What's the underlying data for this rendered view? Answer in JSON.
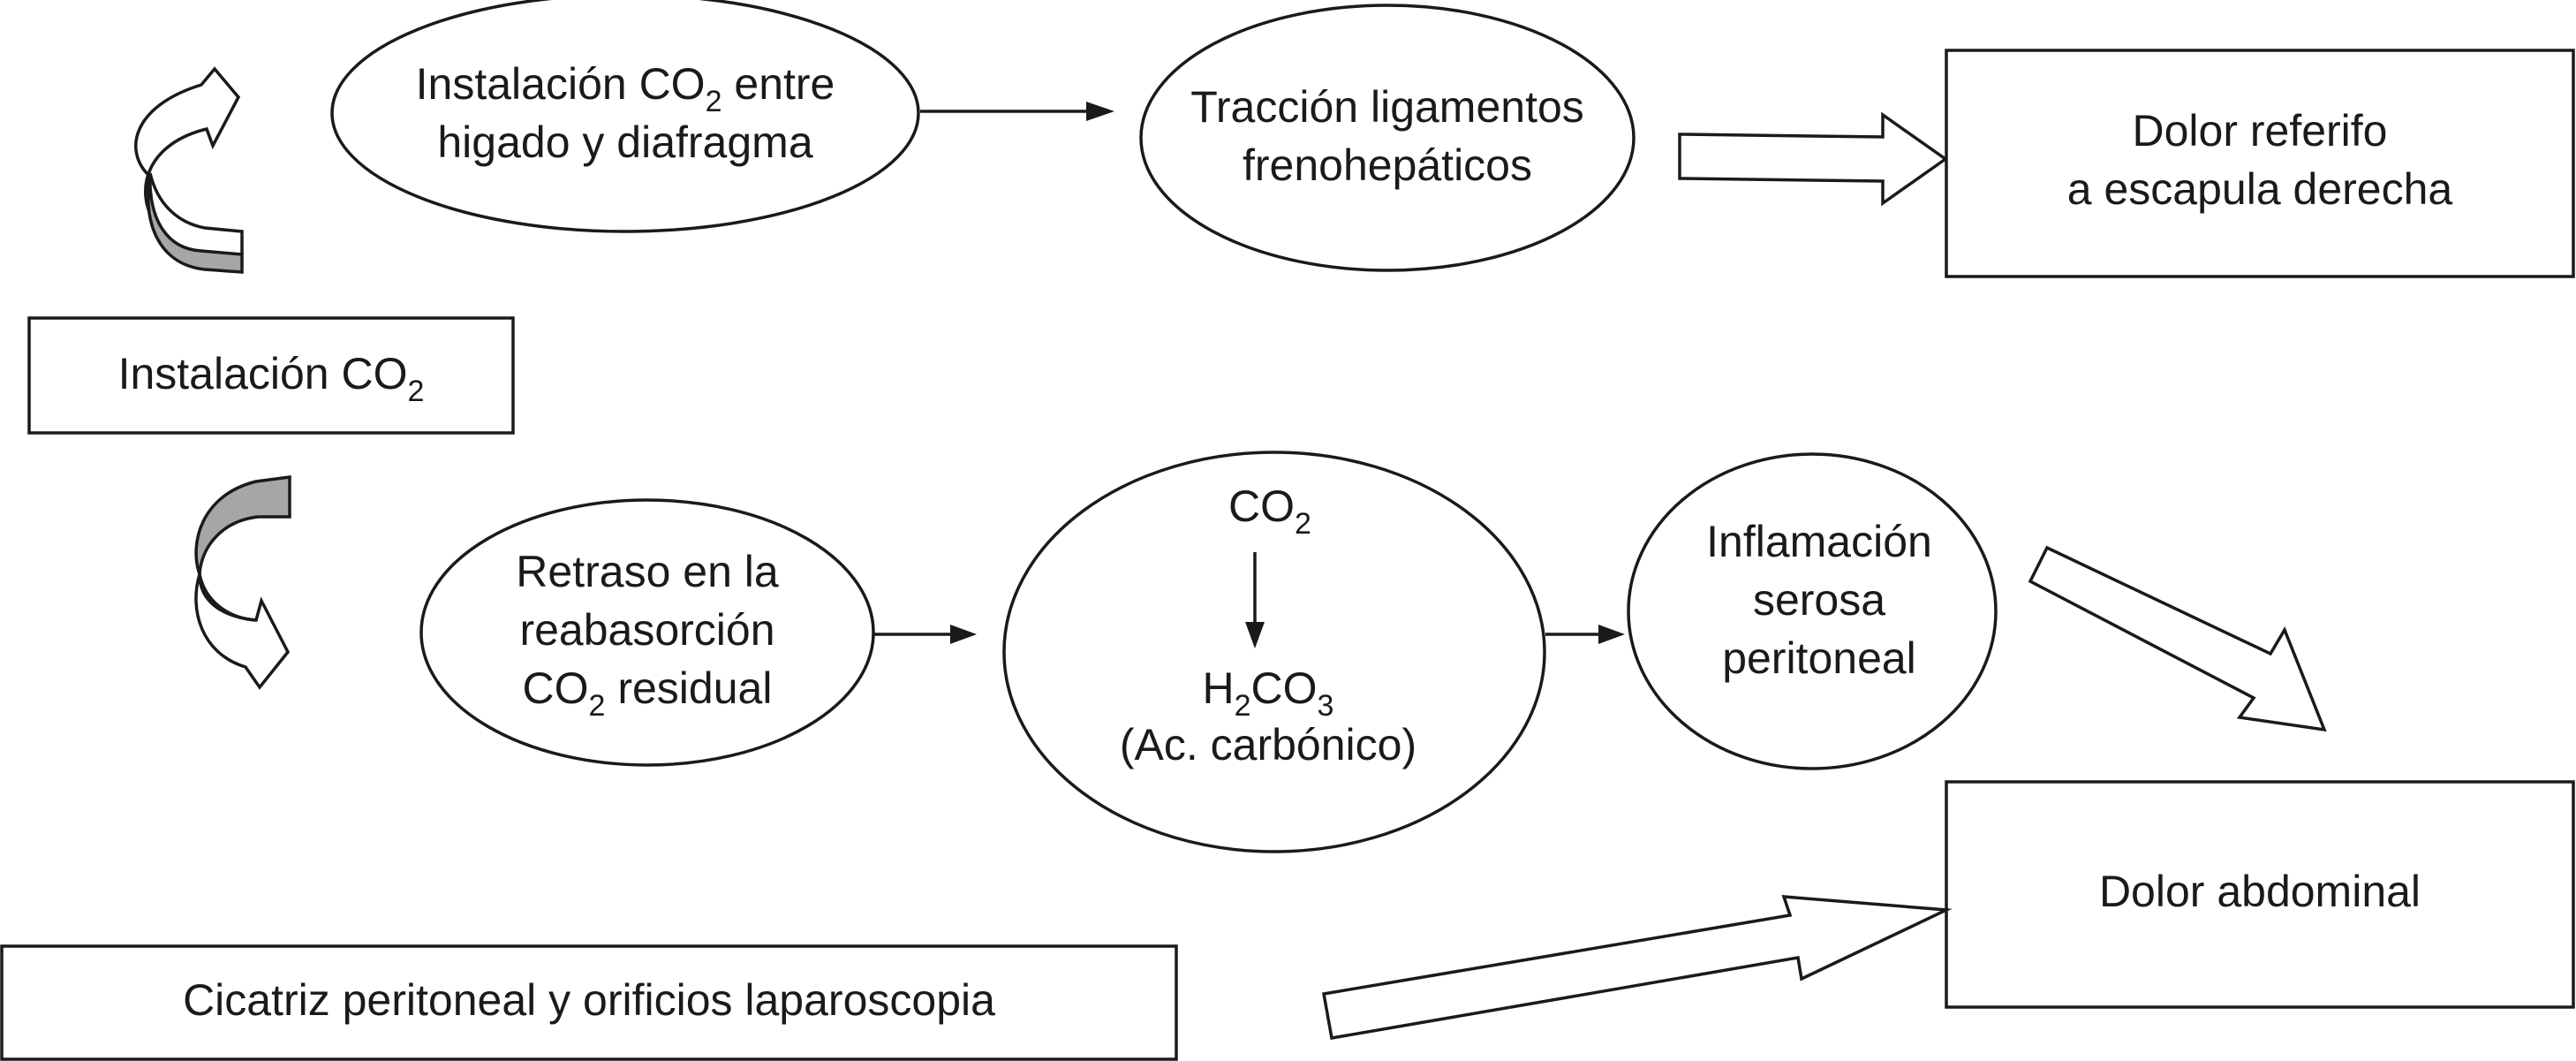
{
  "nodes": {
    "instalacion": {
      "text": "Instalación CO",
      "sub": "2"
    },
    "entre_line1_a": "Instalación CO",
    "entre_line1_sub": "2",
    "entre_line1_b": " entre",
    "entre_line2": "higado y diafragma",
    "traccion_line1": "Tracción ligamentos",
    "traccion_line2": "frenohepáticos",
    "dolor_escapula_line1": "Dolor referifo",
    "dolor_escapula_line2": "a escapula derecha",
    "retraso_line1": "Retraso en la",
    "retraso_line2": "reabasorción",
    "retraso_line3_a": "CO",
    "retraso_line3_sub": "2",
    "retraso_line3_b": " residual",
    "co2_top_a": "CO",
    "co2_top_sub": "2",
    "h2co3_a": "H",
    "h2co3_sub1": "2",
    "h2co3_b": "CO",
    "h2co3_sub2": "3",
    "acido_carbonico": "(Ac. carbónico)",
    "inflamacion_line1": "Inflamación",
    "inflamacion_line2": "serosa",
    "inflamacion_line3": "peritoneal",
    "dolor_abdominal": "Dolor abdominal",
    "cicatriz": "Cicatriz peritoneal y orificios laparoscopia"
  },
  "colors": {
    "stroke": "#1a1a1a",
    "fill": "#ffffff",
    "curved_arrow_shade": "#a6a6a6"
  }
}
